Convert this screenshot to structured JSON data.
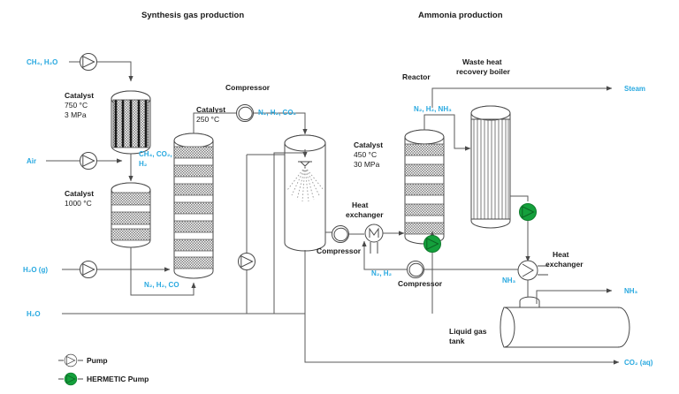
{
  "titles": {
    "left": "Synthesis gas production",
    "right": "Ammonia production"
  },
  "colors": {
    "stream_text": "#29a9e0",
    "line": "#5a5a5a",
    "hermetic_green": "#14a03c",
    "text": "#1a1a1a"
  },
  "equipment": {
    "primary_reformer": {
      "label": "Catalyst",
      "line2": "750 °C",
      "line3": "3 MPa"
    },
    "secondary_reformer": {
      "label": "Catalyst",
      "line2": "1000 °C"
    },
    "shift_column": {
      "label": "Catalyst",
      "line2": "250 °C"
    },
    "compressor_top": {
      "label": "Compressor"
    },
    "compressor_mid": {
      "label": "Compressor"
    },
    "compressor_low": {
      "label": "Compressor"
    },
    "heat_exchanger_left": {
      "label_line1": "Heat",
      "label_line2": "exchanger"
    },
    "heat_exchanger_right": {
      "label_line1": "Heat",
      "label_line2": "exchanger"
    },
    "reactor": {
      "label": "Reactor",
      "catalyst": "Catalyst",
      "line2": "450 °C",
      "line3": "30 MPa"
    },
    "waste_heat_boiler": {
      "label_line1": "Waste heat",
      "label_line2": "recovery boiler"
    },
    "liquid_gas_tank": {
      "label_line1": "Liquid gas",
      "label_line2": "tank"
    }
  },
  "streams": {
    "feed_ch4_h2o": "CH₄, H₂O",
    "feed_air": "Air",
    "feed_h2o_g": "H₂O (g)",
    "feed_h2o": "H₂O",
    "ch4_co2_h2": "CH₄, CO₂,",
    "ch4_co2_h2_b": "H₂",
    "n2_h2_co": "N₂, H₂, CO",
    "n2_h2_co2": "N₂, H₂, CO₂",
    "n2_h2_nh3": "N₂, H₂, NH₃",
    "n2_h2": "N₂, H₂",
    "nh3_mid": "NH₃",
    "out_steam": "Steam",
    "out_nh3": "NH₃",
    "out_co2_aq": "CO₂ (aq)"
  },
  "legend": {
    "items": [
      {
        "icon": "pump-icon",
        "label": "Pump"
      },
      {
        "icon": "hermetic-pump-icon",
        "label": "HERMETIC Pump"
      }
    ]
  }
}
